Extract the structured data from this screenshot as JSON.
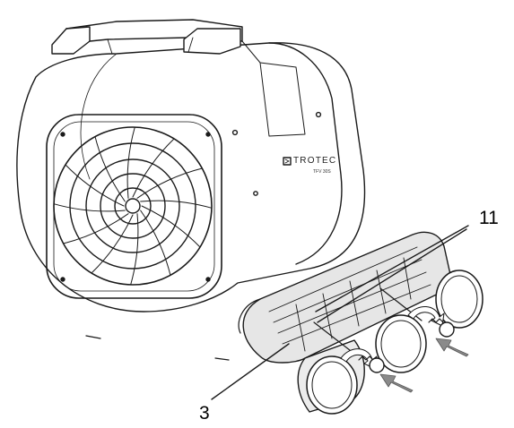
{
  "brand": {
    "name": "TROTEC",
    "model": "TFV 30S"
  },
  "callouts": {
    "filter_holder": "11",
    "filter_cover": "3"
  },
  "colors": {
    "line": "#1a1a1a",
    "shade": "#e6e6e6",
    "arrow": "#8a8a8a",
    "background": "#ffffff"
  }
}
